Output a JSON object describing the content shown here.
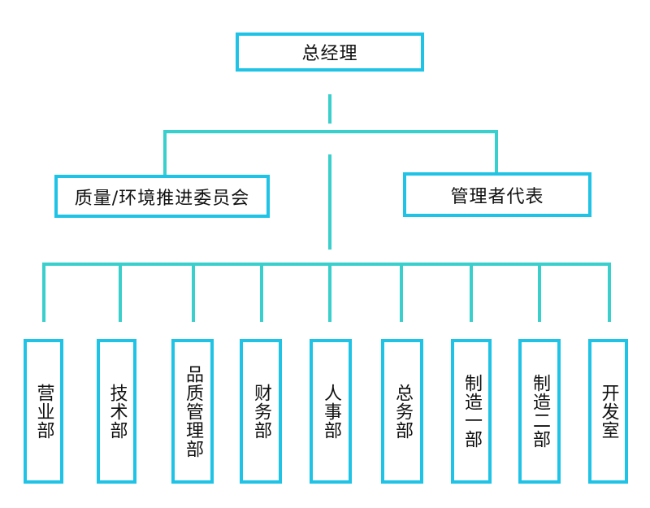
{
  "top": {
    "label": "总经理"
  },
  "second_level": [
    {
      "label": "质量/环境推进委员会"
    },
    {
      "label": "管理者代表"
    }
  ],
  "departments": [
    {
      "label": "营业部"
    },
    {
      "label": "技术部"
    },
    {
      "label": "品质管理部"
    },
    {
      "label": "财务部"
    },
    {
      "label": "人事部"
    },
    {
      "label": "总务部"
    },
    {
      "label": "制造一部"
    },
    {
      "label": "制造二部"
    },
    {
      "label": "开发室"
    }
  ],
  "colors": {
    "box_border": "#1fc3e6",
    "connector": "#39cfcc",
    "text": "#111111",
    "background": "#ffffff"
  }
}
